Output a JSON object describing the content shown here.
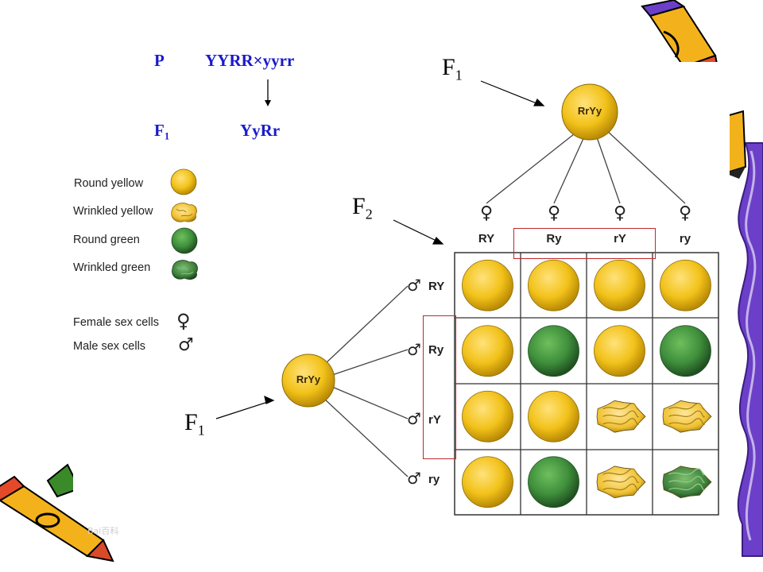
{
  "cross": {
    "p_label": "P",
    "p_cross": "YYRR×yyrr",
    "f1_label": "F",
    "f1_sub": "1",
    "f1_genotype": "YyRr"
  },
  "labels": {
    "f1_top_main": "F",
    "f1_top_sub": "1",
    "f2_main": "F",
    "f2_sub": "2",
    "f1_bottom_main": "F",
    "f1_bottom_sub": "1"
  },
  "parents": {
    "top_parent": "RrYy",
    "left_parent": "RrYy"
  },
  "legend": {
    "items": [
      {
        "label": "Round yellow"
      },
      {
        "label": "Wrinkled yellow"
      },
      {
        "label": "Round green"
      },
      {
        "label": "Wrinkled green"
      }
    ],
    "female_label": "Female sex cells",
    "male_label": "Male sex cells",
    "female_symbol": "♀",
    "male_symbol": "♂"
  },
  "female_gametes": [
    "RY",
    "Ry",
    "rY",
    "ry"
  ],
  "male_gametes": [
    "RY",
    "Ry",
    "rY",
    "ry"
  ],
  "punnett": [
    [
      "round-yellow",
      "round-yellow",
      "round-yellow",
      "round-yellow"
    ],
    [
      "round-yellow",
      "round-green",
      "round-yellow",
      "round-green"
    ],
    [
      "round-yellow",
      "round-yellow",
      "wrinkled-yellow",
      "wrinkled-yellow"
    ],
    [
      "round-yellow",
      "round-green",
      "wrinkled-yellow",
      "wrinkled-green"
    ]
  ],
  "colors": {
    "yellow": "#f2c21a",
    "green": "#3f8f3c",
    "highlight": "#c0282c",
    "cross_blue": "#1a1acc",
    "border_purple": "#6b3fc8"
  }
}
